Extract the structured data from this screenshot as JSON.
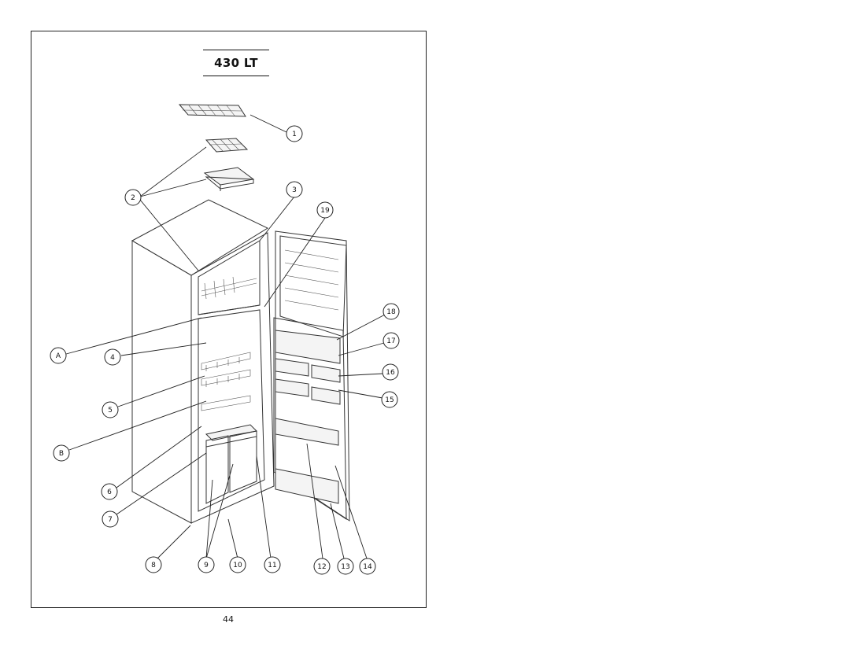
{
  "title": "430 LT",
  "page_number": "44",
  "callouts": [
    "1",
    "2",
    "3",
    "19",
    "18",
    "17",
    "16",
    "15",
    "A",
    "4",
    "5",
    "B",
    "6",
    "7",
    "8",
    "9",
    "10",
    "11",
    "12",
    "13",
    "14"
  ]
}
